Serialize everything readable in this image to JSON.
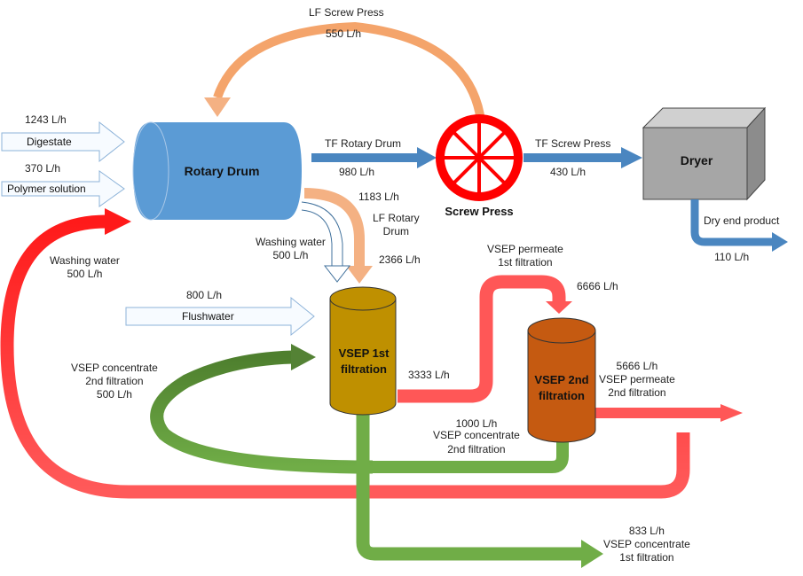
{
  "title": "Process flow diagram: Rotary Drum, Screw Press, Dryer and VSEP filtration",
  "colors": {
    "drum": "#5b9bd5",
    "tf_flow": "#4a86c0",
    "lf_flow": "#f4b183",
    "lf_flow_dark": "#f0a060",
    "screw_press": "#ff0000",
    "dryer": "#a6a6a6",
    "vsep1": "#bf9000",
    "vsep2": "#c55a11",
    "permeate": "#ff5757",
    "washing": "#ff2020",
    "concentrate": "#70ad47",
    "concentrate_dark": "#548235",
    "hollow_outline": "#41719c"
  },
  "nodes": {
    "rotary_drum": "Rotary Drum",
    "screw_press": "Screw Press",
    "dryer": "Dryer",
    "vsep1": [
      "VSEP 1st",
      "filtration"
    ],
    "vsep2": [
      "VSEP 2nd",
      "filtration"
    ]
  },
  "inputs": {
    "digestate": {
      "label": "Digestate",
      "rate": "1243 L/h"
    },
    "polymer": {
      "label": "Polymer solution",
      "rate": "370 L/h"
    },
    "flushwater": {
      "label": "Flushwater",
      "rate": "800 L/h"
    }
  },
  "flows": {
    "lf_screw_press": {
      "name": "LF Screw Press",
      "rate": "550 L/h"
    },
    "tf_rotary_drum": {
      "name": "TF Rotary Drum",
      "rate": "980 L/h"
    },
    "tf_screw_press": {
      "name": "TF Screw Press",
      "rate": "430 L/h"
    },
    "lf_rotary_drum": {
      "rate_top": "1183 L/h",
      "name": [
        "LF Rotary",
        "Drum"
      ],
      "rate_bottom": "2366 L/h"
    },
    "washing_water_drum": {
      "name": "Washing water",
      "rate": "500 L/h"
    },
    "washing_water_return": {
      "name": "Washing water",
      "rate": "500 L/h"
    },
    "dry_end_product": {
      "name": "Dry end product",
      "rate": "110 L/h"
    },
    "vsep_permeate_1st": {
      "name": [
        "VSEP permeate",
        "1st filtration"
      ],
      "rate": "6666 L/h",
      "rate_out": "3333 L/h"
    },
    "vsep_permeate_2nd": {
      "rate": "5666 L/h",
      "name": [
        "VSEP permeate",
        "2nd filtration"
      ]
    },
    "vsep_concentrate_2nd": {
      "rate": "1000 L/h",
      "name": [
        "VSEP concentrate",
        "2nd filtration"
      ]
    },
    "vsep_concentrate_2nd_recycle": {
      "name": [
        "VSEP concentrate",
        "2nd filtration"
      ],
      "rate": "500 L/h"
    },
    "vsep_concentrate_1st": {
      "rate": "833 L/h",
      "name": [
        "VSEP concentrate",
        "1st filtration"
      ]
    }
  }
}
